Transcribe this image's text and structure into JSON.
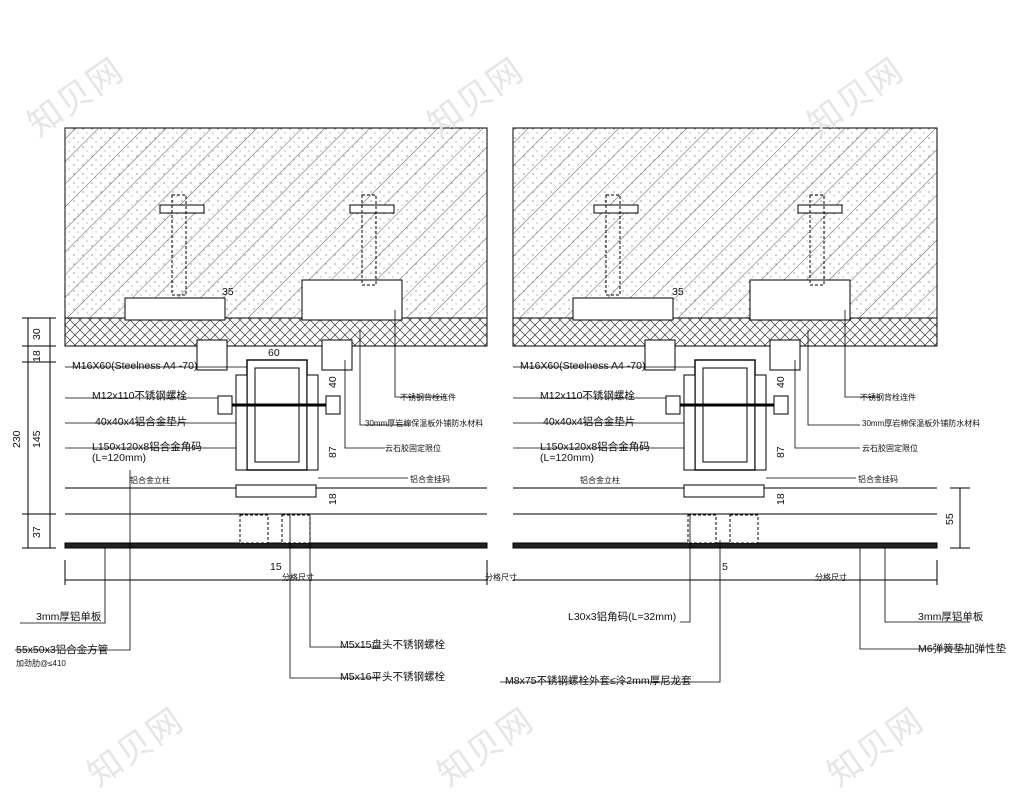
{
  "watermark": "知贝网",
  "left_detail": {
    "dims_vertical": [
      "30",
      "18",
      "230",
      "145",
      "37"
    ],
    "dim_60": "60",
    "dim_35": "35",
    "dim_40": "40",
    "dim_87": "87",
    "dim_18b": "18",
    "dim_15": "15",
    "span_label": "分格尺寸",
    "labels": {
      "m16": "M16X60(Steelness A4 -70)",
      "m12": "M12x110不锈钢螺栓",
      "pad": "40x40x4铝合金垫片",
      "angle": "L150x120x8铝合金角码",
      "angle_len": "(L=120mm)",
      "column": "铝合金立柱",
      "plate3": "3mm厚铝单板",
      "tube": "55x50x3铝合金方管",
      "tube_spacing": "加劲肋@≤410",
      "m5x15": "M5x15盘头不锈钢螺栓",
      "m5x16": "M5x16平头不锈钢螺栓",
      "embed": "不锈钢背栓连件",
      "insul": "30mm厚岩棉保温板外铺防水材料",
      "limit": "云石胶固定限位",
      "clip": "铝合金挂码"
    }
  },
  "right_detail": {
    "dim_55": "55",
    "dim_35": "35",
    "dim_40": "40",
    "dim_87": "87",
    "dim_18b": "18",
    "dim_5": "5",
    "span_label_mid": "分格尺寸",
    "span_label": "分格尺寸",
    "labels": {
      "m16": "M16X60(Steelness A4 -70)",
      "m12": "M12x110不锈钢螺栓",
      "pad": "40x40x4铝合金垫片",
      "angle": "L150x120x8铝合金角码",
      "angle_len": "(L=120mm)",
      "column": "铝合金立柱",
      "l30": "L30x3铝角码(L=32mm)",
      "m8": "M8x75不锈钢螺栓外套≤泠2mm厚尼龙套",
      "plate3": "3mm厚铝单板",
      "m6": "M6弹簧垫加弹性垫",
      "embed": "不锈钢背栓连件",
      "insul": "30mm厚岩棉保温板外铺防水材料",
      "limit": "云石胶固定限位",
      "clip": "铝合金挂码"
    }
  }
}
